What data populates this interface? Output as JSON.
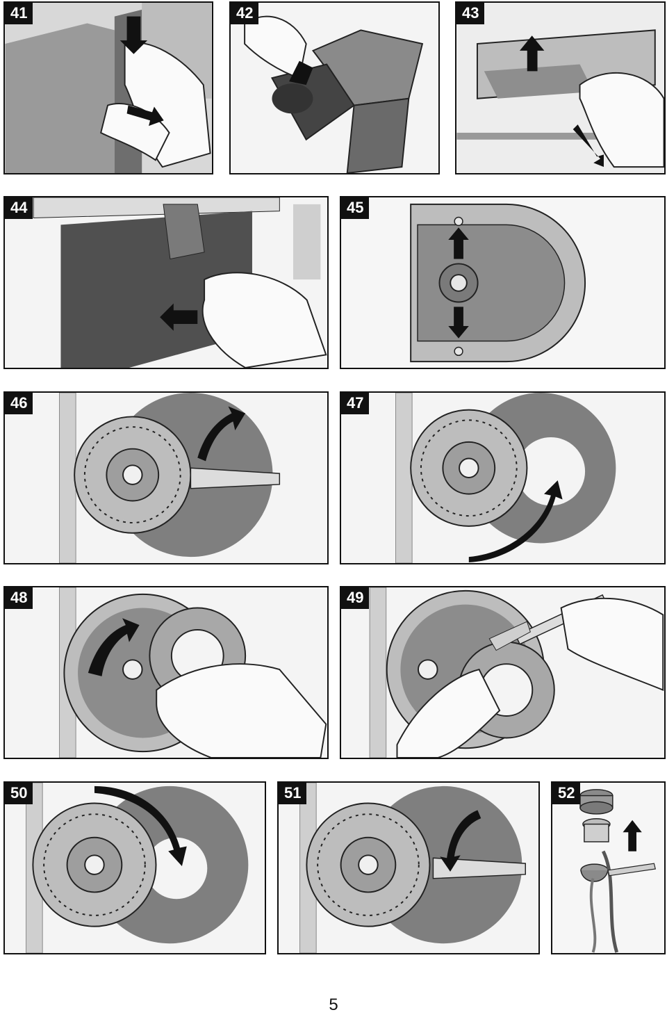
{
  "figures": [
    {
      "number": "41",
      "scene": "lever-press-hand-icon"
    },
    {
      "number": "42",
      "scene": "brewing-unit-removal-icon"
    },
    {
      "number": "43",
      "scene": "drawer-pull-icon"
    },
    {
      "number": "44",
      "scene": "unit-insert-hand-icon"
    },
    {
      "number": "45",
      "scene": "adjust-slot-up-down-icon"
    },
    {
      "number": "46",
      "scene": "grinder-ring-rotate-icon"
    },
    {
      "number": "47",
      "scene": "grinder-ring-rotate-back-icon"
    },
    {
      "number": "48",
      "scene": "grinder-disc-remove-icon"
    },
    {
      "number": "49",
      "scene": "grinder-brush-clean-icon"
    },
    {
      "number": "50",
      "scene": "grinder-ring-turn-icon"
    },
    {
      "number": "51",
      "scene": "grinder-lock-turn-icon"
    },
    {
      "number": "52",
      "scene": "nozzle-parts-lift-icon"
    }
  ],
  "page_number": "5"
}
